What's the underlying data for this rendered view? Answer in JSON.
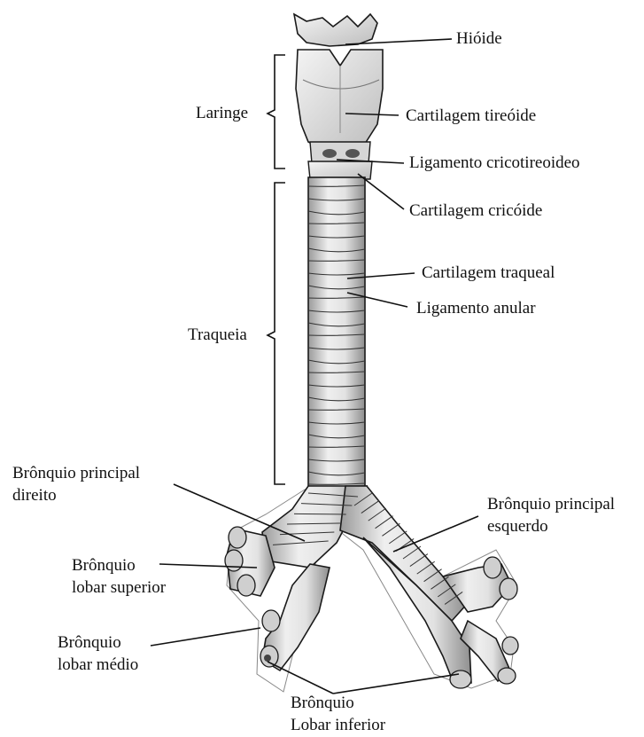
{
  "labels": {
    "hioide": "Hióide",
    "laringe": "Laringe",
    "cartilagem_tireoide": "Cartilagem tireóide",
    "ligamento_cricotireoideo": "Ligamento cricotireoideo",
    "cartilagem_cricoide": "Cartilagem cricóide",
    "cartilagem_traqueal": "Cartilagem traqueal",
    "ligamento_anular": "Ligamento anular",
    "traqueia": "Traqueia",
    "bronquio_principal_direito": [
      "Brônquio principal",
      "direito"
    ],
    "bronquio_principal_esquerdo": [
      "Brônquio principal",
      "esquerdo"
    ],
    "bronquio_lobar_superior": [
      "Brônquio",
      "lobar superior"
    ],
    "bronquio_lobar_medio": [
      "Brônquio",
      "lobar médio"
    ],
    "bronquio_lobar_inferior": [
      "Brônquio",
      "Lobar inferior"
    ]
  },
  "colors": {
    "organ_fill": "#e4e4e4",
    "organ_shade": "#b8b8b8",
    "outline": "#1a1a1a",
    "text": "#111111"
  }
}
